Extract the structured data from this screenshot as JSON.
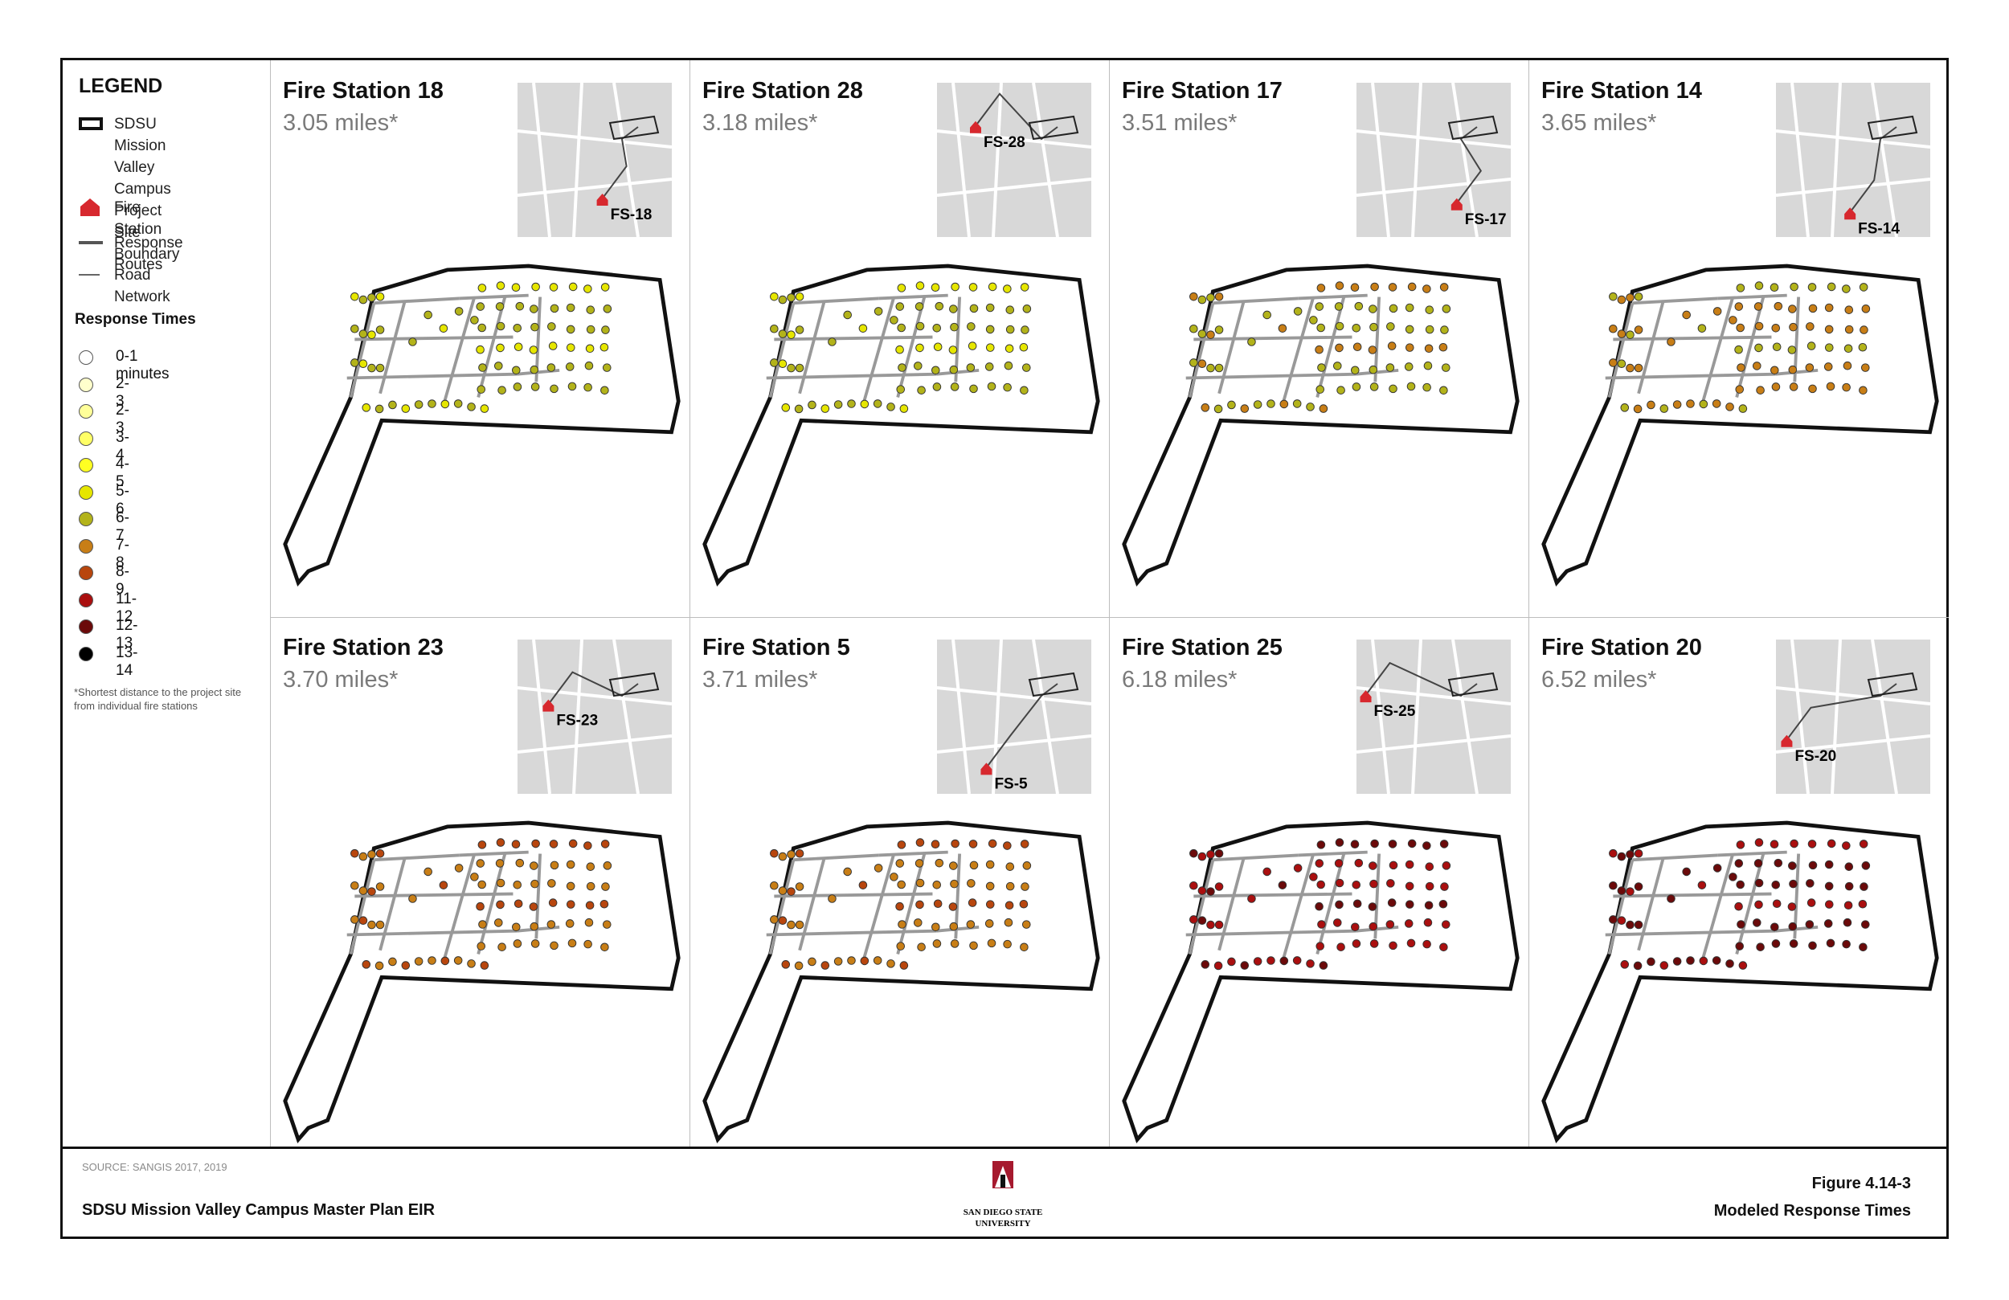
{
  "legend": {
    "title": "LEGEND",
    "items": [
      {
        "label": "SDSU Mission Valley\nCampus Project Site\nBoundary",
        "symbol": "boundary-box"
      },
      {
        "label": "Fire Station",
        "symbol": "fire-station-icon"
      },
      {
        "label": "Response Routes",
        "symbol": "thick-line"
      },
      {
        "label": "Road Network",
        "symbol": "thin-line"
      }
    ],
    "response_times_title": "Response Times",
    "response_times": [
      {
        "label": "0-1 minutes",
        "color": "#ffffff"
      },
      {
        "label": "2-3",
        "color": "#ffffcc"
      },
      {
        "label": "2-3",
        "color": "#ffff99"
      },
      {
        "label": "3-4",
        "color": "#ffff66"
      },
      {
        "label": "4-5",
        "color": "#ffff22"
      },
      {
        "label": "5-6",
        "color": "#e6e600"
      },
      {
        "label": "6-7",
        "color": "#b3b31a"
      },
      {
        "label": "7-8",
        "color": "#c87e16"
      },
      {
        "label": "8-9",
        "color": "#b8460e"
      },
      {
        "label": "11-12",
        "color": "#aa0f0f"
      },
      {
        "label": "12-13",
        "color": "#6b0a0a"
      },
      {
        "label": "13-14",
        "color": "#000000"
      }
    ],
    "footnote": "*Shortest distance to the project site from individual fire stations"
  },
  "panels": [
    {
      "title": "Fire Station 18",
      "distance": "3.05 miles*",
      "inset_label": "FS-18",
      "dot_color": "#b3b31a",
      "secondary_color": "#e6e600"
    },
    {
      "title": "Fire Station 28",
      "distance": "3.18 miles*",
      "inset_label": "FS-28",
      "dot_color": "#b3b31a",
      "secondary_color": "#e6e600"
    },
    {
      "title": "Fire Station 17",
      "distance": "3.51 miles*",
      "inset_label": "FS-17",
      "dot_color": "#b3b31a",
      "secondary_color": "#c87e16"
    },
    {
      "title": "Fire Station 14",
      "distance": "3.65 miles*",
      "inset_label": "FS-14",
      "dot_color": "#c87e16",
      "secondary_color": "#b3b31a"
    },
    {
      "title": "Fire Station 23",
      "distance": "3.70 miles*",
      "inset_label": "FS-23",
      "dot_color": "#c87e16",
      "secondary_color": "#b8460e"
    },
    {
      "title": "Fire Station 5",
      "distance": "3.71 miles*",
      "inset_label": "FS-5",
      "dot_color": "#c87e16",
      "secondary_color": "#b8460e"
    },
    {
      "title": "Fire Station 25",
      "distance": "6.18 miles*",
      "inset_label": "FS-25",
      "dot_color": "#aa0f0f",
      "secondary_color": "#6b0a0a"
    },
    {
      "title": "Fire Station 20",
      "distance": "6.52 miles*",
      "inset_label": "FS-20",
      "dot_color": "#6b0a0a",
      "secondary_color": "#aa0f0f"
    }
  ],
  "footer": {
    "source": "SOURCE: SANGIS 2017, 2019",
    "project": "SDSU Mission Valley Campus Master Plan EIR",
    "logo_text": "SAN DIEGO STATE UNIVERSITY",
    "figure_number": "Figure 4.14-3",
    "figure_title": "Modeled Response Times"
  }
}
